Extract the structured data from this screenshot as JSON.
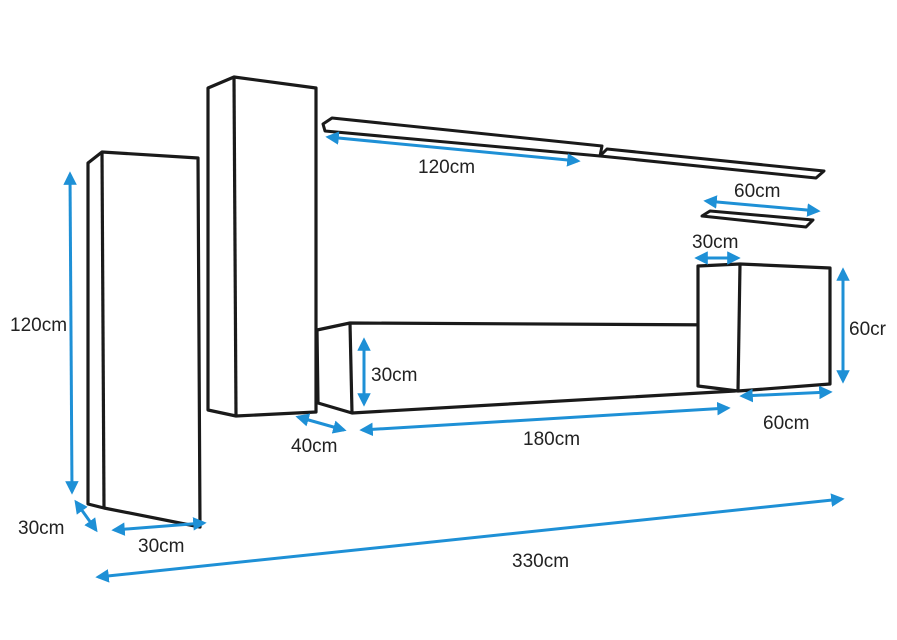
{
  "colors": {
    "outline": "#1a1a1a",
    "dimension": "#1e90d6",
    "text": "#222222",
    "background": "#ffffff"
  },
  "labels": {
    "left_cabinet_height": "120cm",
    "left_cabinet_depth": "30cm",
    "left_cabinet_width": "30cm",
    "tall_cabinet_depth": "40cm",
    "top_shelf_width": "120cm",
    "small_shelf_width": "60cm",
    "small_shelf_depth": "30cm",
    "tv_unit_height": "30cm",
    "tv_unit_width": "180cm",
    "side_cabinet_height": "60cr",
    "side_cabinet_width": "60cm",
    "total_width": "330cm"
  }
}
